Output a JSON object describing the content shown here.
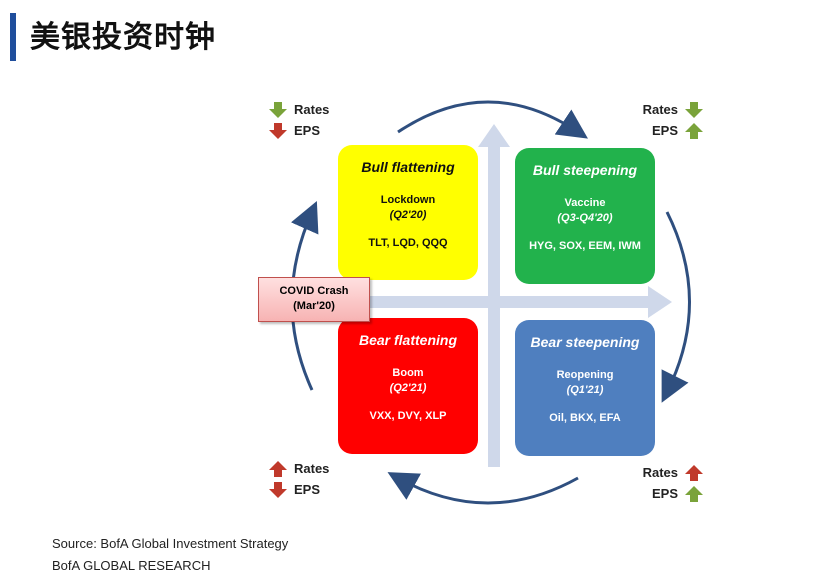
{
  "title": "美银投资时钟",
  "quadrants": {
    "top_left": {
      "title": "Bull flattening",
      "subtitle": "Lockdown",
      "date": "(Q2'20)",
      "tickers": "TLT, LQD, QQQ",
      "color": "#ffff00"
    },
    "top_right": {
      "title": "Bull steepening",
      "subtitle": "Vaccine",
      "date": "(Q3-Q4'20)",
      "tickers": "HYG, SOX, EEM, IWM",
      "color": "#22b24c"
    },
    "bottom_left": {
      "title": "Bear flattening",
      "subtitle": "Boom",
      "date": "(Q2'21)",
      "tickers": "VXX, DVY, XLP",
      "color": "#ff0000"
    },
    "bottom_right": {
      "title": "Bear steepening",
      "subtitle": "Reopening",
      "date": "(Q1'21)",
      "tickers": "Oil, BKX, EFA",
      "color": "#4f7fbf"
    }
  },
  "covid": {
    "line1": "COVID Crash",
    "line2": "(Mar'20)"
  },
  "legends": {
    "top_left": {
      "rates": "Rates",
      "eps": "EPS",
      "rates_dir": "down",
      "eps_dir": "down"
    },
    "top_right": {
      "rates": "Rates",
      "eps": "EPS",
      "rates_dir": "down",
      "eps_dir": "up"
    },
    "bottom_left": {
      "rates": "Rates",
      "eps": "EPS",
      "rates_dir": "up",
      "eps_dir": "down"
    },
    "bottom_right": {
      "rates": "Rates",
      "eps": "EPS",
      "rates_dir": "up",
      "eps_dir": "up"
    }
  },
  "colors": {
    "rates_down": "#7aa33a",
    "eps_down": "#c0392b",
    "rates_up": "#c0392b",
    "eps_up": "#7aa33a",
    "cycle_arrow": "#2f4f7f",
    "axis": "#cfd8ea"
  },
  "source": {
    "line1": "Source:  BofA Global Investment Strategy",
    "line2": "BofA GLOBAL RESEARCH"
  }
}
